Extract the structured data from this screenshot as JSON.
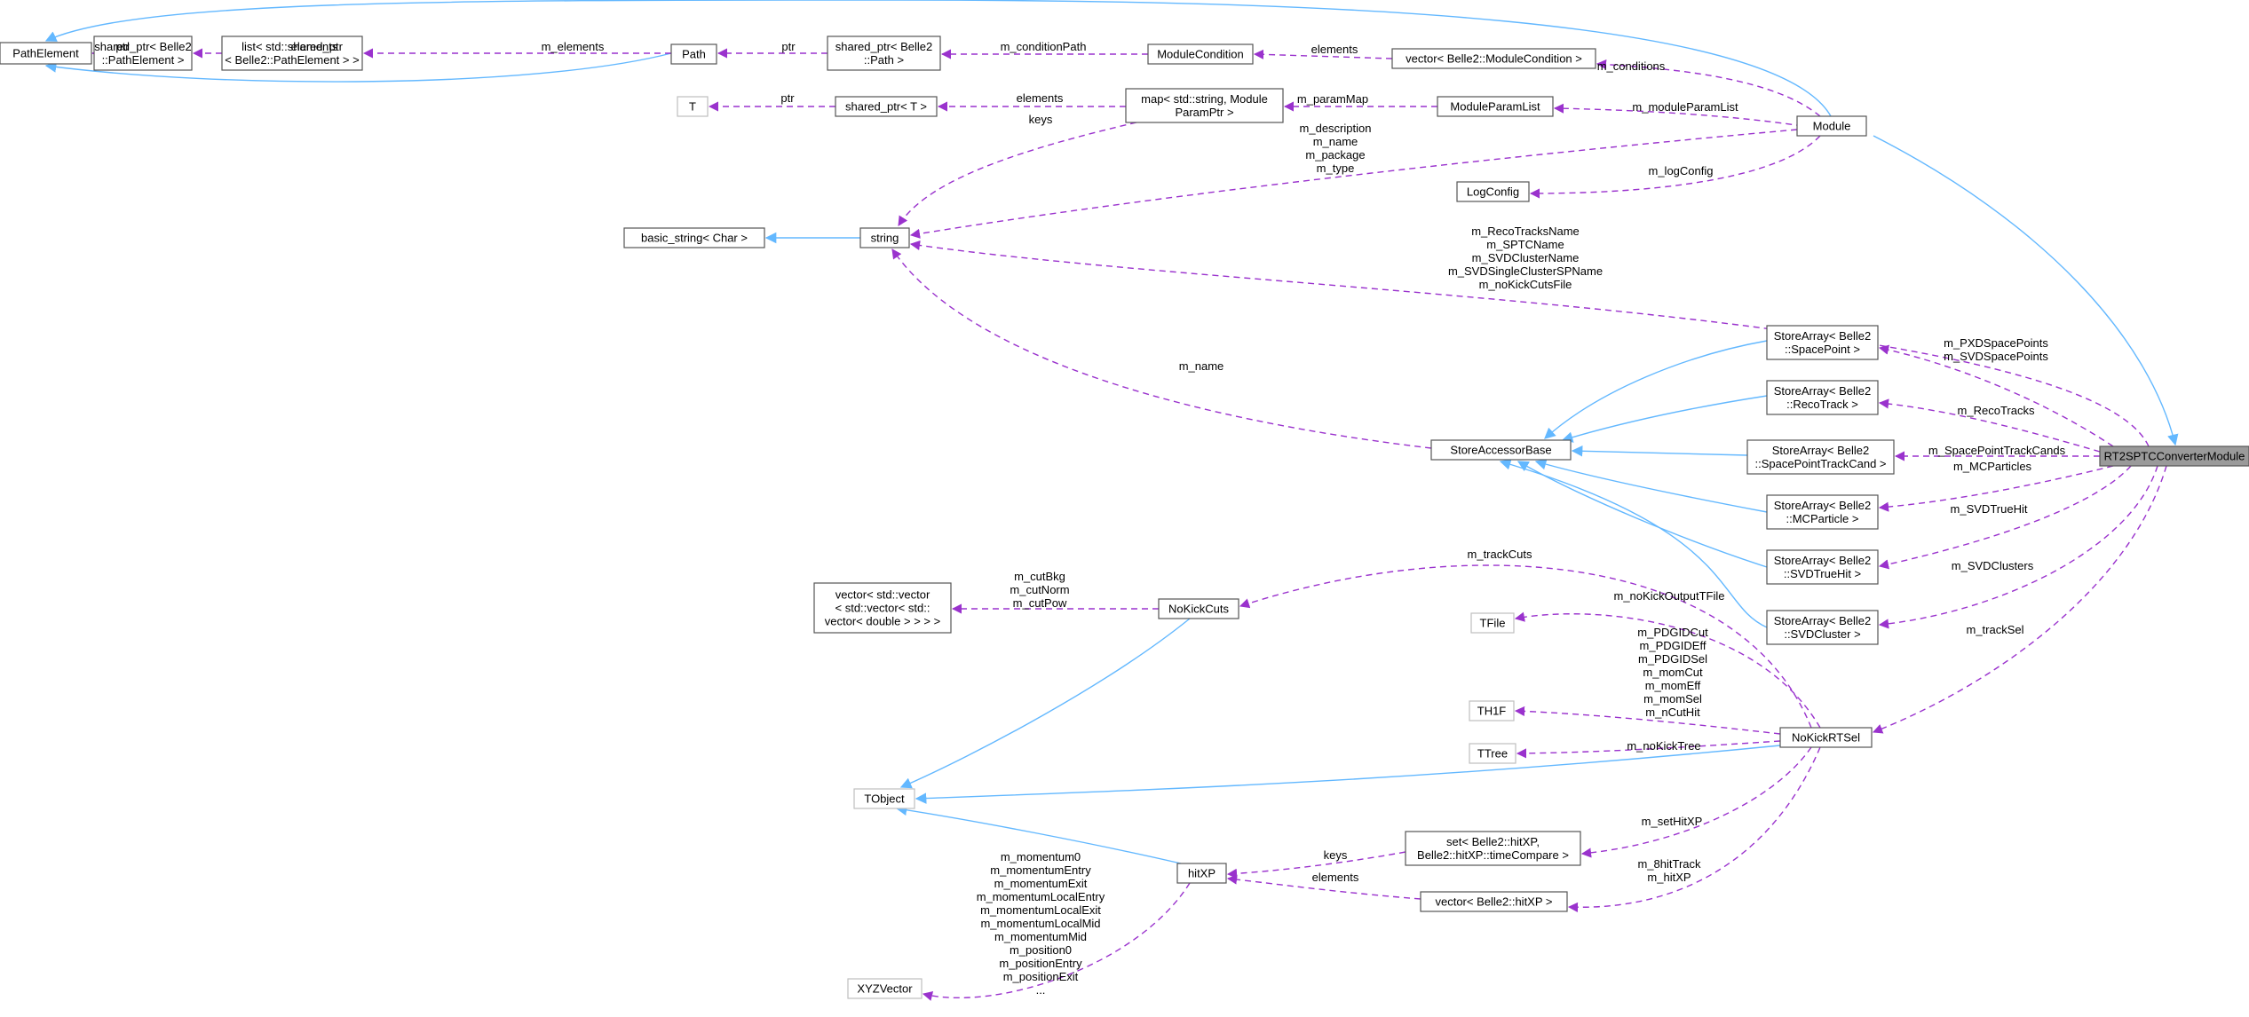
{
  "nodes": {
    "path_element": "PathElement",
    "shared_ptr_path_element": [
      "shared_ptr< Belle2",
      "::PathElement >"
    ],
    "list_shared_ptr": [
      "list< std::shared_ptr",
      "< Belle2::PathElement > >"
    ],
    "path": "Path",
    "shared_ptr_path": [
      "shared_ptr< Belle2",
      "::Path >"
    ],
    "module_condition": "ModuleCondition",
    "vector_module_condition": "vector< Belle2::ModuleCondition >",
    "t": "T",
    "shared_ptr_t": "shared_ptr< T >",
    "map_param": [
      "map< std::string, Module",
      "ParamPtr >"
    ],
    "module_param_list": "ModuleParamList",
    "module": "Module",
    "basic_string": "basic_string< Char >",
    "string": "string",
    "log_config": "LogConfig",
    "store_array_space_point": [
      "StoreArray< Belle2",
      "::SpacePoint >"
    ],
    "store_array_reco_track": [
      "StoreArray< Belle2",
      "::RecoTrack >"
    ],
    "store_accessor_base": "StoreAccessorBase",
    "store_array_sptc": [
      "StoreArray< Belle2",
      "::SpacePointTrackCand >"
    ],
    "rt2sptc": "RT2SPTCConverterModule",
    "store_array_mc_particle": [
      "StoreArray< Belle2",
      "::MCParticle >"
    ],
    "store_array_svd_true_hit": [
      "StoreArray< Belle2",
      "::SVDTrueHit >"
    ],
    "store_array_svd_cluster": [
      "StoreArray< Belle2",
      "::SVDCluster >"
    ],
    "vector_vector_double": [
      "vector< std::vector",
      "< std::vector< std::",
      "vector< double > > > >"
    ],
    "no_kick_cuts": "NoKickCuts",
    "tfile": "TFile",
    "th1f": "TH1F",
    "ttree": "TTree",
    "no_kick_rt_sel": "NoKickRTSel",
    "tobject": "TObject",
    "set_hit_xp": [
      "set< Belle2::hitXP,",
      "Belle2::hitXP::timeCompare >"
    ],
    "hit_xp": "hitXP",
    "vector_hit_xp": "vector< Belle2::hitXP >",
    "xyz_vector": "XYZVector"
  },
  "edge_labels": {
    "ptr_path_element": [
      "ptr"
    ],
    "elements_list": [
      "elements"
    ],
    "m_elements": [
      "m_elements"
    ],
    "ptr_path": [
      "ptr"
    ],
    "m_condition_path": [
      "m_conditionPath"
    ],
    "elements_conditions": [
      "elements"
    ],
    "m_conditions": [
      "m_conditions"
    ],
    "ptr_t": [
      "ptr"
    ],
    "elements_map": [
      "elements"
    ],
    "m_param_map": [
      "m_paramMap"
    ],
    "m_module_param_list": [
      "m_moduleParamList"
    ],
    "keys_map": [
      "keys"
    ],
    "module_strings": [
      "m_description",
      "m_name",
      "m_package",
      "m_type"
    ],
    "m_log_config": [
      "m_logConfig"
    ],
    "converter_strings": [
      "m_RecoTracksName",
      "m_SPTCName",
      "m_SVDClusterName",
      "m_SVDSingleClusterSPName",
      "m_noKickCutsFile"
    ],
    "m_name": [
      "m_name"
    ],
    "space_points": [
      "m_PXDSpacePoints",
      "m_SVDSpacePoints"
    ],
    "m_reco_tracks": [
      "m_RecoTracks"
    ],
    "m_sptc": [
      "m_SpacePointTrackCands"
    ],
    "m_mc_particles": [
      "m_MCParticles"
    ],
    "m_svd_true_hit": [
      "m_SVDTrueHit"
    ],
    "m_svd_clusters": [
      "m_SVDClusters"
    ],
    "m_track_sel": [
      "m_trackSel"
    ],
    "m_track_cuts": [
      "m_trackCuts"
    ],
    "cut_vectors": [
      "m_cutBkg",
      "m_cutNorm",
      "m_cutPow"
    ],
    "m_no_kick_output": [
      "m_noKickOutputTFile"
    ],
    "histograms": [
      "m_PDGIDCut",
      "m_PDGIDEff",
      "m_PDGIDSel",
      "m_momCut",
      "m_momEff",
      "m_momSel",
      "m_nCutHit"
    ],
    "m_no_kick_tree": [
      "m_noKickTree"
    ],
    "m_set_hit_xp": [
      "m_setHitXP"
    ],
    "keys_set": [
      "keys"
    ],
    "hit_track": [
      "m_8hitTrack",
      "m_hitXP"
    ],
    "elements_vector": [
      "elements"
    ],
    "xyz_members": [
      "m_momentum0",
      "m_momentumEntry",
      "m_momentumExit",
      "m_momentumLocalEntry",
      "m_momentumLocalExit",
      "m_momentumLocalMid",
      "m_momentumMid",
      "m_position0",
      "m_positionEntry",
      "m_positionExit",
      "..."
    ]
  },
  "colors": {
    "inheritance_edge": "#63b8ff",
    "usage_edge": "#9a32cd",
    "focus_node_fill": "#9a9a9a",
    "node_border": "#555555",
    "ghost_node_border": "#bfbfbf"
  }
}
